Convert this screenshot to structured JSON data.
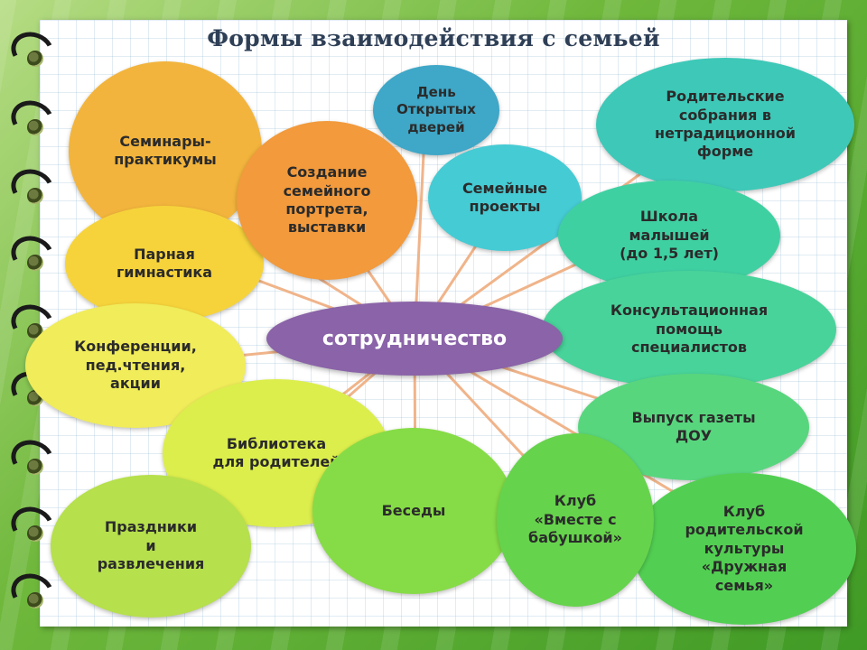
{
  "title": "Формы взаимодействия с семьей",
  "center": {
    "label": "сотрудничество",
    "color": "#8a63a8"
  },
  "nodes": [
    {
      "id": "seminars",
      "label": "Семинары-\nпрактикумы",
      "color": "#f2b43c"
    },
    {
      "id": "open-day",
      "label": "День\nОткрытых\nдверей",
      "color": "#3fa7c7"
    },
    {
      "id": "parent-meetings",
      "label": "Родительские\nсобрания в\nнетрадиционной\nформе",
      "color": "#3ec8b8"
    },
    {
      "id": "family-portrait",
      "label": "Создание\nсемейного\nпортрета,\nвыставки",
      "color": "#f29a3c"
    },
    {
      "id": "family-projects",
      "label": "Семейные\nпроекты",
      "color": "#45cbd4"
    },
    {
      "id": "baby-school",
      "label": "Школа\nмалышей\n(до 1,5 лет)",
      "color": "#3fd0a2"
    },
    {
      "id": "pair-gymnastics",
      "label": "Парная\nгимнастика",
      "color": "#f6d33b"
    },
    {
      "id": "specialist-consult",
      "label": "Консультационная\nпомощь\nспециалистов",
      "color": "#48d39a"
    },
    {
      "id": "conferences",
      "label": "Конференции,\nпед.чтения,\nакции",
      "color": "#f0ec5a"
    },
    {
      "id": "newspaper",
      "label": "Выпуск газеты\nДОУ",
      "color": "#58d67e"
    },
    {
      "id": "library",
      "label": "Библиотека\nдля родителей",
      "color": "#dcee4c"
    },
    {
      "id": "talks",
      "label": "Беседы",
      "color": "#86dc46"
    },
    {
      "id": "club-grandma",
      "label": "Клуб\n«Вместе с\nбабушкой»",
      "color": "#66d34c"
    },
    {
      "id": "club-culture",
      "label": "Клуб\nродительской\nкультуры\n«Дружная\nсемья»",
      "color": "#52cf52"
    },
    {
      "id": "holidays",
      "label": "Праздники\nи\nразвлечения",
      "color": "#b6e04c"
    }
  ]
}
